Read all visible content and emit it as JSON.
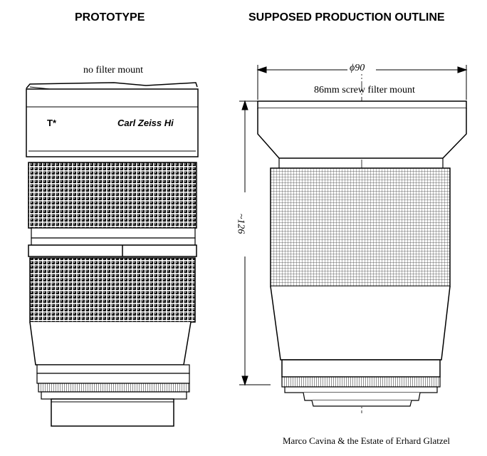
{
  "headings": {
    "left": "PROTOTYPE",
    "right": "SUPPOSED PRODUCTION OUTLINE"
  },
  "prototype": {
    "note": "no filter mount",
    "lens_marking_left": "T*",
    "lens_marking_right": "Carl Zeiss Hi"
  },
  "production": {
    "diameter_label": "ϕ90",
    "filter_note": "86mm screw filter mount",
    "height_label": "~126"
  },
  "credit": "Marco Cavina & the Estate of Erhard Glatzel"
}
